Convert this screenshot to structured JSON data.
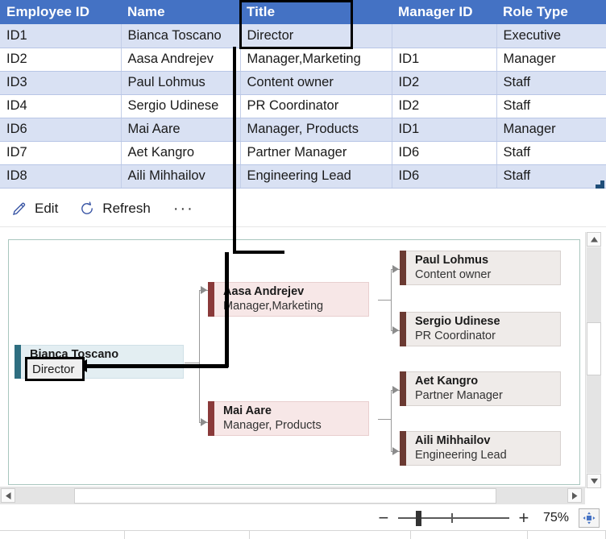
{
  "table": {
    "columns": [
      "Employee ID",
      "Name",
      "Title",
      "Manager ID",
      "Role Type"
    ],
    "selected_column": "Title",
    "selected_cell_value": "Director",
    "rows": [
      {
        "id": "ID1",
        "name": "Bianca Toscano",
        "title": "Director",
        "manager_id": "",
        "role": "Executive"
      },
      {
        "id": "ID2",
        "name": "Aasa Andrejev",
        "title": "Manager,Marketing",
        "manager_id": "ID1",
        "role": "Manager"
      },
      {
        "id": "ID3",
        "name": "Paul Lohmus",
        "title": "Content owner",
        "manager_id": "ID2",
        "role": "Staff"
      },
      {
        "id": "ID4",
        "name": "Sergio Udinese",
        "title": "PR Coordinator",
        "manager_id": "ID2",
        "role": "Staff"
      },
      {
        "id": "ID6",
        "name": "Mai Aare",
        "title": "Manager, Products",
        "manager_id": "ID1",
        "role": "Manager"
      },
      {
        "id": "ID7",
        "name": "Aet Kangro",
        "title": "Partner Manager",
        "manager_id": "ID6",
        "role": "Staff"
      },
      {
        "id": "ID8",
        "name": "Aili Mihhailov",
        "title": "Engineering Lead",
        "manager_id": "ID6",
        "role": "Staff"
      }
    ]
  },
  "toolbar": {
    "edit_label": "Edit",
    "refresh_label": "Refresh",
    "overflow_label": "···"
  },
  "chart": {
    "type": "org-chart",
    "nodes": {
      "root": {
        "name": "Bianca Toscano",
        "title": "Director"
      },
      "aasa": {
        "name": "Aasa Andrejev",
        "title": "Manager,Marketing"
      },
      "mai": {
        "name": "Mai Aare",
        "title": "Manager, Products"
      },
      "paul": {
        "name": "Paul Lohmus",
        "title": "Content owner"
      },
      "sergio": {
        "name": "Sergio Udinese",
        "title": "PR Coordinator"
      },
      "aet": {
        "name": "Aet Kangro",
        "title": "Partner Manager"
      },
      "aili": {
        "name": "Aili Mihhailov",
        "title": "Engineering Lead"
      }
    },
    "callout_value": "Director",
    "colors": {
      "root_bar": "#2E6E80",
      "root_body": "#E3EEF2",
      "manager_bar": "#8A3A3A",
      "manager_body": "#F7E7E7",
      "staff_bar": "#6B3A32",
      "staff_body": "#EFEBE9",
      "pane_border": "#A9C6BE",
      "header_blue": "#4472C4",
      "row_alt": "#D9E1F3"
    }
  },
  "zoom": {
    "out_label": "−",
    "in_label": "+",
    "level": "75%"
  }
}
